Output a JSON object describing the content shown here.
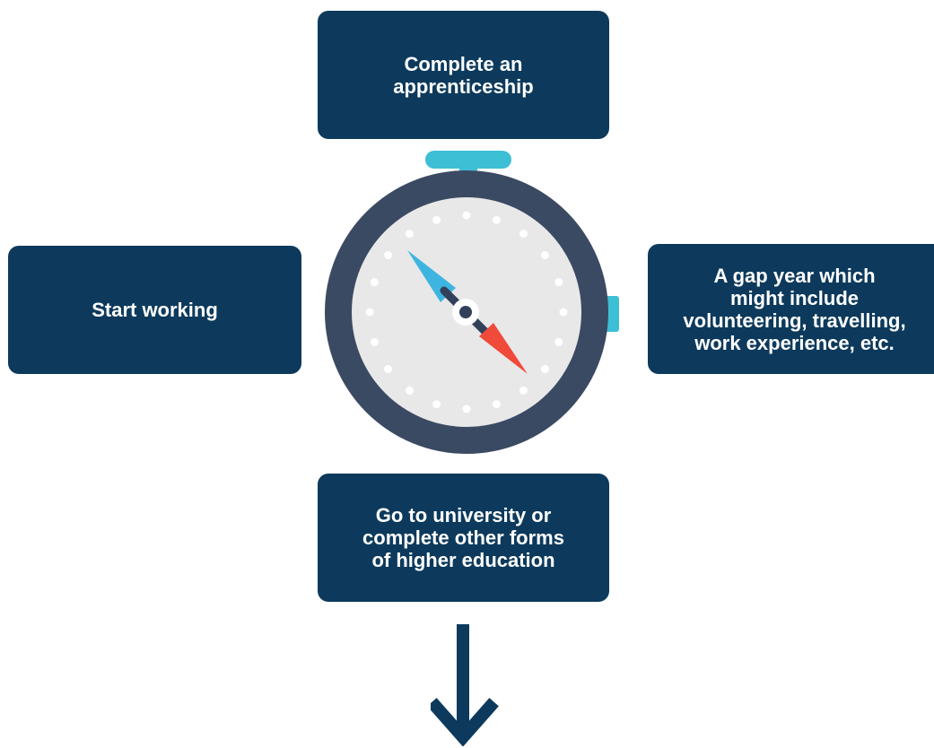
{
  "diagram": {
    "top_box": "Complete an\napprenticeship",
    "left_box": "Start working",
    "right_box": "A gap year which\nmight include\nvolunteering, travelling,\nwork experience, etc.",
    "bottom_box": "Go to university or\ncomplete other forms\nof higher education"
  },
  "colors": {
    "box_fill": "#0d3a5c",
    "box_text": "#ffffff",
    "watch_rim": "#3b4a63",
    "watch_face": "#e8e8e8",
    "watch_button": "#3dbfd6",
    "needle_blue": "#3db5e0",
    "needle_red": "#ef4a3a"
  },
  "icons": {
    "center": "stopwatch-compass-icon",
    "bottom": "arrow-down-icon"
  }
}
